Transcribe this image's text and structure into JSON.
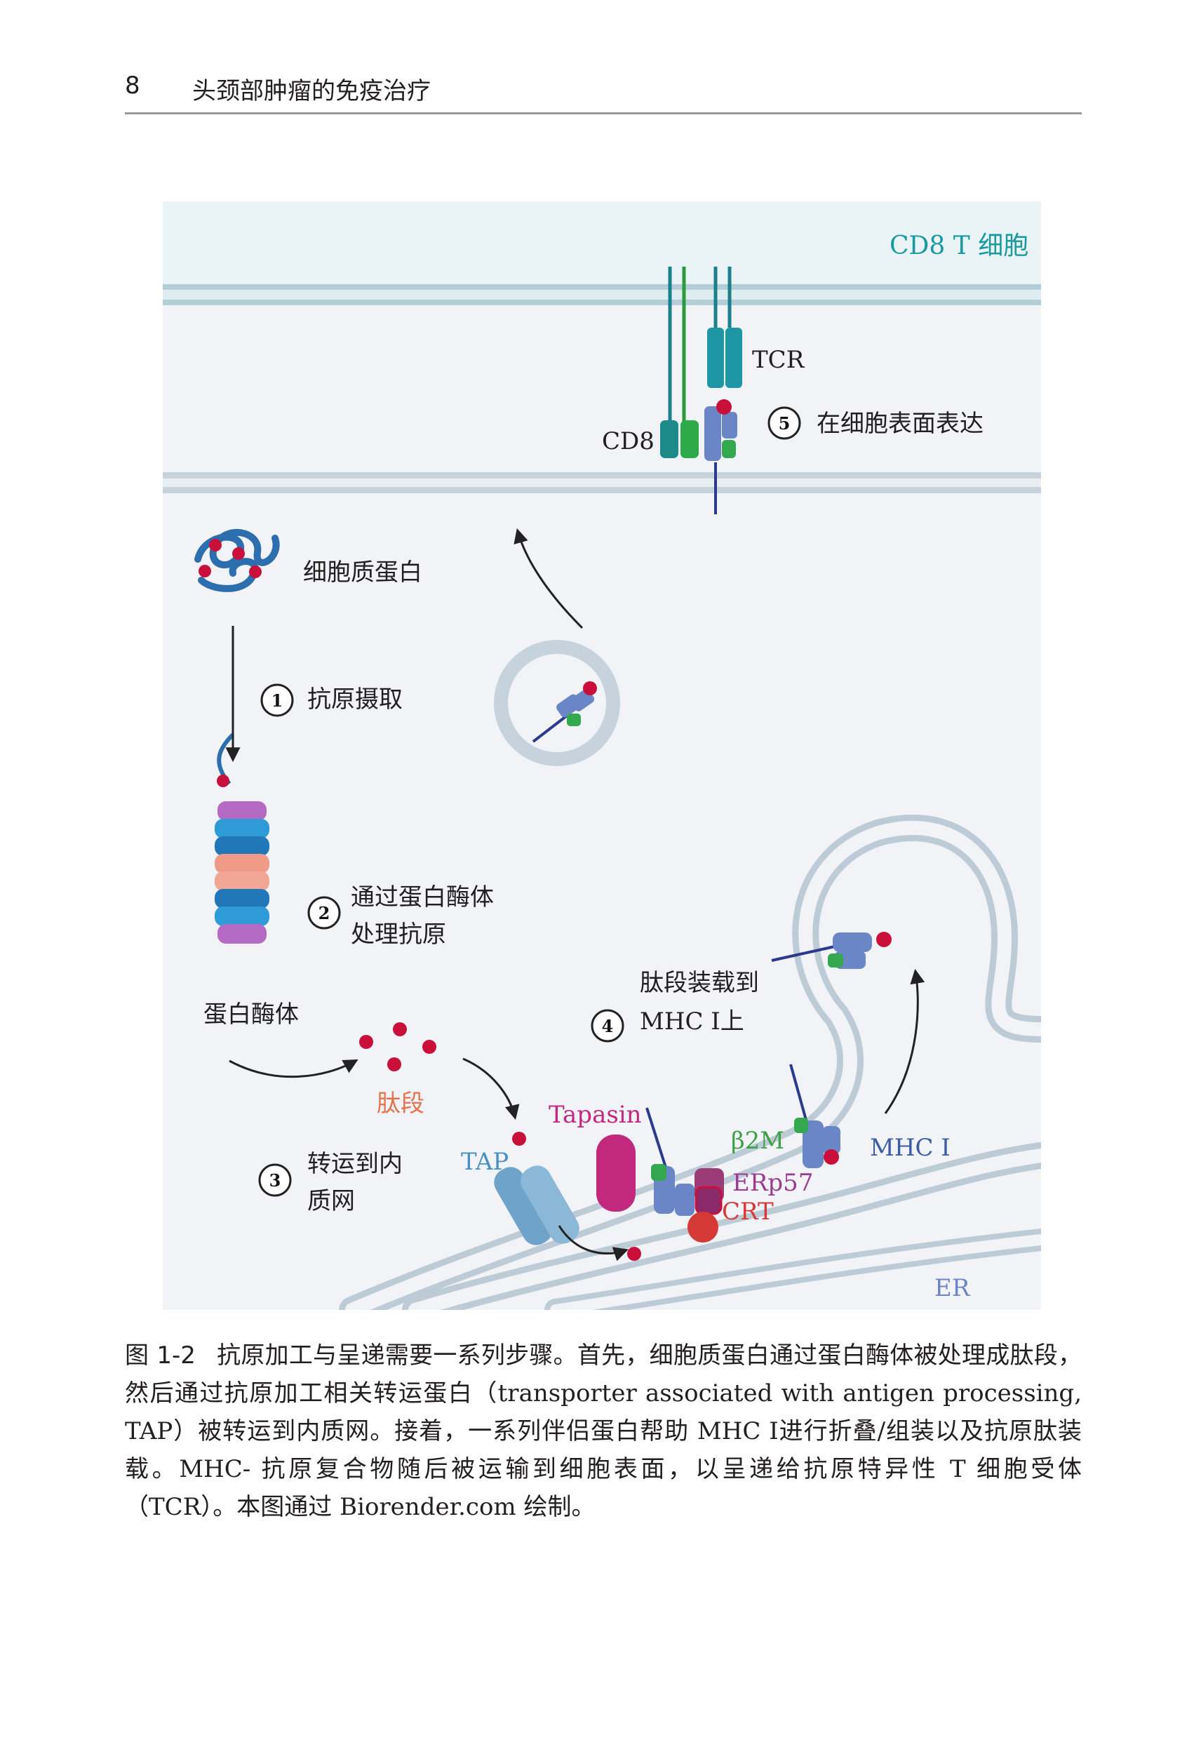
{
  "header": {
    "page_number": "8",
    "book_title": "头颈部肿瘤的免疫治疗"
  },
  "figure": {
    "cell_label": "CD8 T 细胞",
    "tcr": "TCR",
    "cd8": "CD8",
    "step5": {
      "number": "5",
      "text": "在细胞表面表达"
    },
    "cytoplasmic_protein": "细胞质蛋白",
    "step1": {
      "number": "1",
      "text": "抗原摄取"
    },
    "step2": {
      "number": "2",
      "line1": "通过蛋白酶体",
      "line2": "处理抗原"
    },
    "proteasome": "蛋白酶体",
    "step4": {
      "number": "4",
      "line1": "肽段装载到",
      "line2": "MHC Ⅰ上"
    },
    "peptide": "肽段",
    "tapasin": "Tapasin",
    "beta2m": "β2M",
    "mhc1": "MHC Ⅰ",
    "step3": {
      "number": "3",
      "line1": "转运到内",
      "line2": "质网"
    },
    "tap": "TAP",
    "erp57": "ERp57",
    "crt": "CRT",
    "er": "ER"
  },
  "caption": {
    "label": "图 1-2",
    "text": "抗原加工与呈递需要一系列步骤。首先，细胞质蛋白通过蛋白酶体被处理成肽段，然后通过抗原加工相关转运蛋白（transporter associated with antigen processing, TAP）被转运到内质网。接着，一系列伴侣蛋白帮助 MHC Ⅰ进行折叠/组装以及抗原肽装载。MHC- 抗原复合物随后被运输到细胞表面，以呈递给抗原特异性 T 细胞受体（TCR）。本图通过 Biorender.com 绘制。"
  },
  "colors": {
    "membrane": "#bfd3dc",
    "t_cell_bg": "#eaf4f6",
    "cell_bg": "#f1f3f7",
    "peptide_red": "#c8103a",
    "mhc_blue": "#6b86c6",
    "b2m_green": "#33a84f",
    "tcr_teal": "#1f96a3"
  }
}
